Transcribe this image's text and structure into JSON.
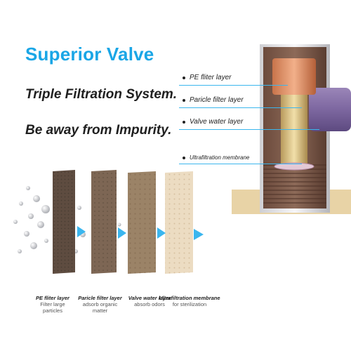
{
  "header": {
    "title": "Superior Valve",
    "tagline1": "Triple Filtration System.",
    "tagline2": "Be away from Impurity."
  },
  "callouts": [
    {
      "label": "PE fliter layer"
    },
    {
      "label": "Paricle filter layer"
    },
    {
      "label": "Valve water layer"
    },
    {
      "label": "Ultrafiltration membrane"
    }
  ],
  "layers": [
    {
      "name": "PE fliter layer",
      "desc1": "Filter large",
      "desc2": "particles",
      "color": "#6b5a4c"
    },
    {
      "name": "Paricle filter layer",
      "desc1": "adsorb organic",
      "desc2": "matter",
      "color": "#8a7460"
    },
    {
      "name": "Valve water layer",
      "desc1": "absorb odors",
      "desc2": "",
      "color": "#a48c70"
    },
    {
      "name": "Ultrafiltration membrane",
      "desc1": "for sterilization",
      "desc2": "",
      "color": "#e9d6b9"
    }
  ],
  "colors": {
    "accent": "#1aa6e6",
    "arrow": "#3bb6ee"
  }
}
